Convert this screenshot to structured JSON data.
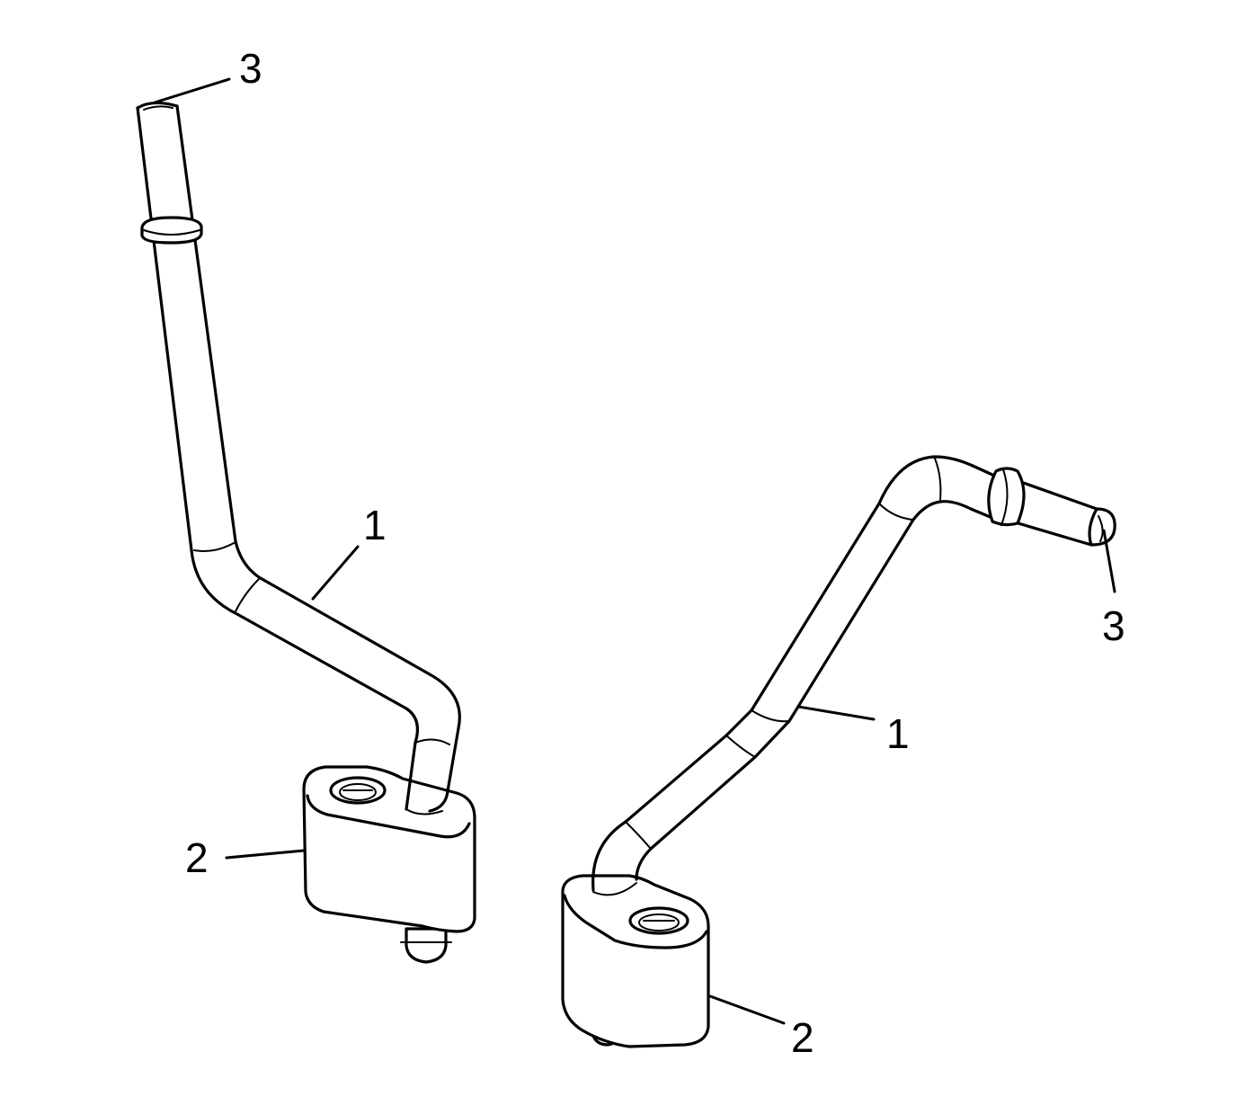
{
  "callouts": {
    "left_tube": {
      "label": "1"
    },
    "left_flange": {
      "label": "2"
    },
    "left_end": {
      "label": "3"
    },
    "right_tube": {
      "label": "1"
    },
    "right_flange": {
      "label": "2"
    },
    "right_end": {
      "label": "3"
    }
  },
  "colors": {
    "line": "#000000",
    "background": "#ffffff"
  }
}
